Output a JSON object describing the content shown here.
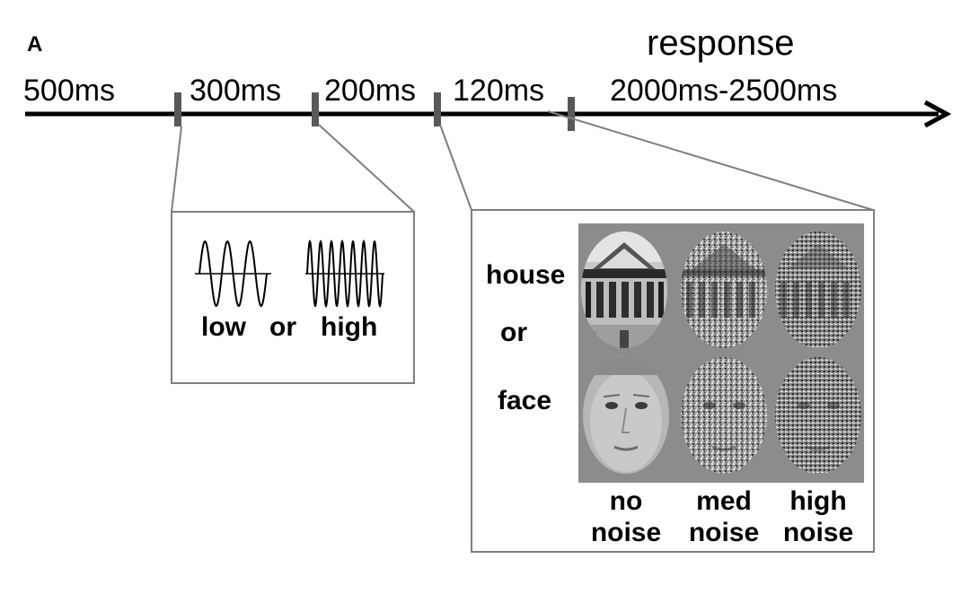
{
  "panel_label": "A",
  "timeline": {
    "segments": [
      {
        "label": "500ms"
      },
      {
        "label": "300ms"
      },
      {
        "label": "200ms"
      },
      {
        "label": "120ms"
      },
      {
        "label": "2000ms-2500ms"
      }
    ],
    "response_label": "response"
  },
  "tone_box": {
    "waves": [
      {
        "name": "low",
        "cycles": 3
      },
      {
        "name": "high",
        "cycles": 7
      }
    ],
    "labels": {
      "left": "low",
      "middle": "or",
      "right": "high"
    }
  },
  "stimulus_box": {
    "row_labels": {
      "top": "house",
      "middle": "or",
      "bottom": "face"
    },
    "columns": [
      {
        "line1": "no",
        "line2": "noise"
      },
      {
        "line1": "med",
        "line2": "noise"
      },
      {
        "line1": "high",
        "line2": "noise"
      }
    ]
  },
  "colors": {
    "timeline": "#000000",
    "tick": "#595959",
    "connector": "#7f7f7f",
    "stimulus_background": "#8c8c8c"
  }
}
